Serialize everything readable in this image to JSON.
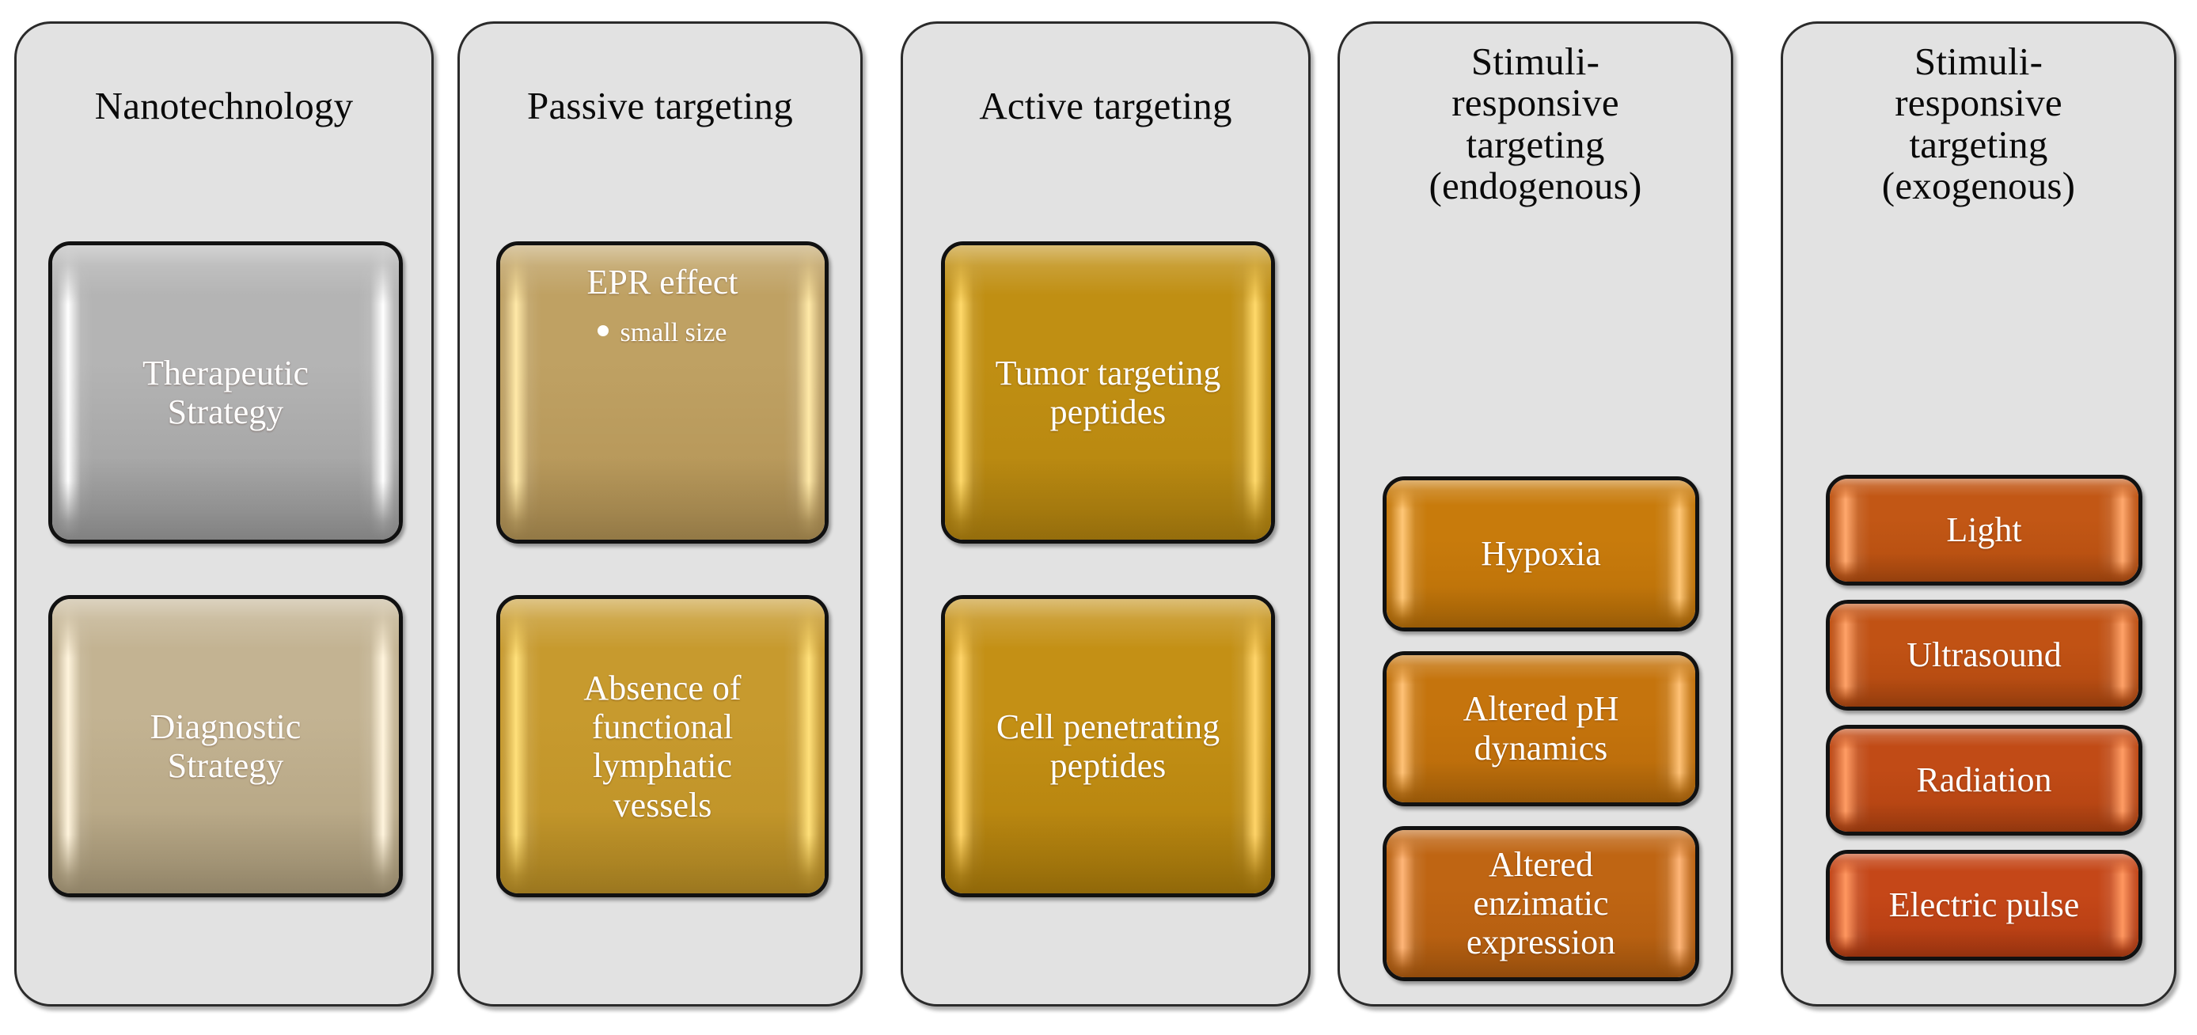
{
  "figure": {
    "background": "#ffffff",
    "panel_bg": "#e2e2e2",
    "panel_border": "#2b2b2b",
    "node_border": "#111111",
    "node_text_color": "#ffffff",
    "title_text_color": "#0a0a0a"
  },
  "columns": [
    {
      "title": "Nanotechnology",
      "accent": "#a8a8a8",
      "nodes": [
        {
          "label": "Therapeutic Strategy",
          "lines": [
            "Therapeutic",
            "Strategy"
          ],
          "color_top": "#b4b4b4",
          "color_bottom": "#9d9d9d",
          "highlight": "#ffffff",
          "bullets": []
        },
        {
          "label": "Diagnostic Strategy",
          "lines": [
            "Diagnostic",
            "Strategy"
          ],
          "color_top": "#c3b392",
          "color_bottom": "#b0a07e",
          "highlight": "#fff4dd",
          "bullets": []
        }
      ]
    },
    {
      "title": "Passive targeting",
      "accent": "#bda15a",
      "nodes": [
        {
          "label": "EPR effect",
          "lines": [
            "EPR effect"
          ],
          "color_top": "#bfa163",
          "color_bottom": "#b39355",
          "highlight": "#ffe9a8",
          "bullets": [
            "small size"
          ]
        },
        {
          "label": "Absence of functional lymphatic vessels",
          "lines": [
            "Absence of",
            "functional",
            "lymphatic",
            "vessels"
          ],
          "color_top": "#c79a2e",
          "color_bottom": "#bd9126",
          "highlight": "#ffe07a",
          "bullets": []
        }
      ]
    },
    {
      "title": "Active targeting",
      "accent": "#c08c10",
      "nodes": [
        {
          "label": "Tumor targeting peptides",
          "lines": [
            "Tumor targeting",
            "peptides"
          ],
          "color_top": "#c08f13",
          "color_bottom": "#b5850f",
          "highlight": "#ffd96b",
          "bullets": []
        },
        {
          "label": "Cell penetrating peptides",
          "lines": [
            "Cell penetrating",
            "peptides"
          ],
          "color_top": "#c49015",
          "color_bottom": "#b07f0c",
          "highlight": "#ffd469",
          "bullets": []
        }
      ]
    },
    {
      "title": "Stimuli-responsive targeting (endogenous)",
      "title_lines": [
        "Stimuli-",
        "responsive",
        "targeting",
        "(endogenous)"
      ],
      "accent": "#c5770c",
      "nodes": [
        {
          "label": "Hypoxia",
          "lines": [
            "Hypoxia"
          ],
          "color_top": "#c87b0c",
          "color_bottom": "#b96f08",
          "highlight": "#ffc777",
          "bullets": []
        },
        {
          "label": "Altered pH dynamics",
          "lines": [
            "Altered pH",
            "dynamics"
          ],
          "color_top": "#c5740d",
          "color_bottom": "#b76a0a",
          "highlight": "#ffc277",
          "bullets": []
        },
        {
          "label": "Altered enzimatic expression",
          "lines": [
            "Altered",
            "enzimatic",
            "expression"
          ],
          "color_top": "#bf6513",
          "color_bottom": "#b15c0f",
          "highlight": "#ffb679",
          "bullets": []
        }
      ]
    },
    {
      "title": "Stimuli-responsive targeting (exogenous)",
      "title_lines": [
        "Stimuli-",
        "responsive",
        "targeting",
        "(exogenous)"
      ],
      "accent": "#c0531a",
      "nodes": [
        {
          "label": "Light",
          "lines": [
            "Light"
          ],
          "color_top": "#c25715",
          "color_bottom": "#b44d10",
          "highlight": "#ffa86d",
          "bullets": []
        },
        {
          "label": "Ultrasound",
          "lines": [
            "Ultrasound"
          ],
          "color_top": "#c15214",
          "color_bottom": "#b04810",
          "highlight": "#ffa268",
          "bullets": []
        },
        {
          "label": "Radiation",
          "lines": [
            "Radiation"
          ],
          "color_top": "#c14b16",
          "color_bottom": "#b04211",
          "highlight": "#ff9c64",
          "bullets": []
        },
        {
          "label": "Electric pulse",
          "lines": [
            "Electric pulse"
          ],
          "color_top": "#c54718",
          "color_bottom": "#b23c12",
          "highlight": "#ff9760",
          "bullets": []
        }
      ]
    }
  ]
}
